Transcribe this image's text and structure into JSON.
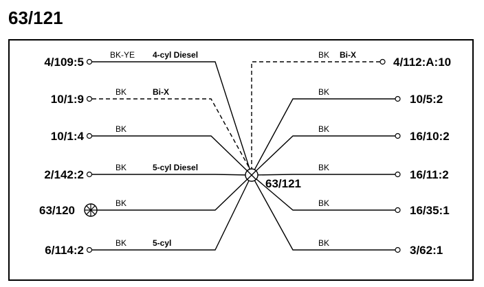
{
  "title": "63/121",
  "hub_label": "63/121",
  "left": [
    {
      "terminal": "4/109:5",
      "color": "BK-YE",
      "note": "4-cyl  Diesel",
      "dashed": false
    },
    {
      "terminal": "10/1:9",
      "color": "BK",
      "note": "Bi-X",
      "dashed": true
    },
    {
      "terminal": "10/1:4",
      "color": "BK",
      "note": "",
      "dashed": false
    },
    {
      "terminal": "2/142:2",
      "color": "BK",
      "note": "5-cyl  Diesel",
      "dashed": false
    },
    {
      "terminal": "63/120",
      "color": "BK",
      "note": "",
      "dashed": false
    },
    {
      "terminal": "6/114:2",
      "color": "BK",
      "note": "5-cyl",
      "dashed": false
    }
  ],
  "right": [
    {
      "terminal": "4/112:A:10",
      "color": "BK",
      "note": "Bi-X",
      "dashed": true
    },
    {
      "terminal": "10/5:2",
      "color": "BK",
      "note": "",
      "dashed": false
    },
    {
      "terminal": "16/10:2",
      "color": "BK",
      "note": "",
      "dashed": false
    },
    {
      "terminal": "16/11:2",
      "color": "BK",
      "note": "",
      "dashed": false
    },
    {
      "terminal": "16/35:1",
      "color": "BK",
      "note": "",
      "dashed": false
    },
    {
      "terminal": "3/62:1",
      "color": "BK",
      "note": "",
      "dashed": false
    }
  ]
}
